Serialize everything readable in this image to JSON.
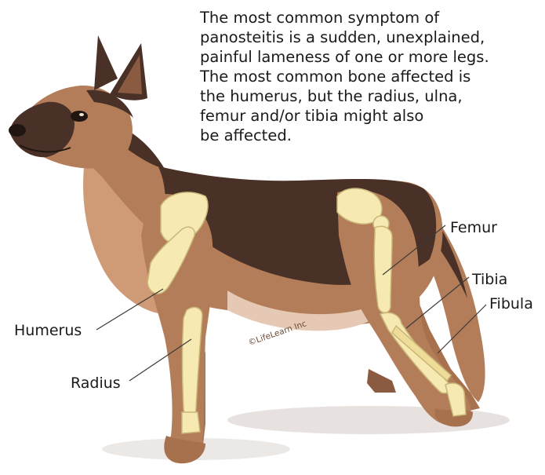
{
  "caption": {
    "lines": [
      "The most common symptom of",
      "panosteitis is a sudden, unexplained,",
      "painful lameness of one or more legs.",
      "The most common bone affected is",
      "the humerus, but the radius, ulna,",
      "femur and/or tibia might also",
      "be affected."
    ]
  },
  "labels": {
    "humerus": "Humerus",
    "radius": "Radius",
    "femur": "Femur",
    "tibia": "Tibia",
    "fibula": "Fibula"
  },
  "copyright": "©LifeLearn Inc",
  "colors": {
    "coat_tan": "#b47d59",
    "coat_light": "#cf9b77",
    "coat_dark": "#4a3128",
    "bone": "#f7e9b2",
    "bone_outline": "#c9b778",
    "belly": "#e6c9b4"
  }
}
